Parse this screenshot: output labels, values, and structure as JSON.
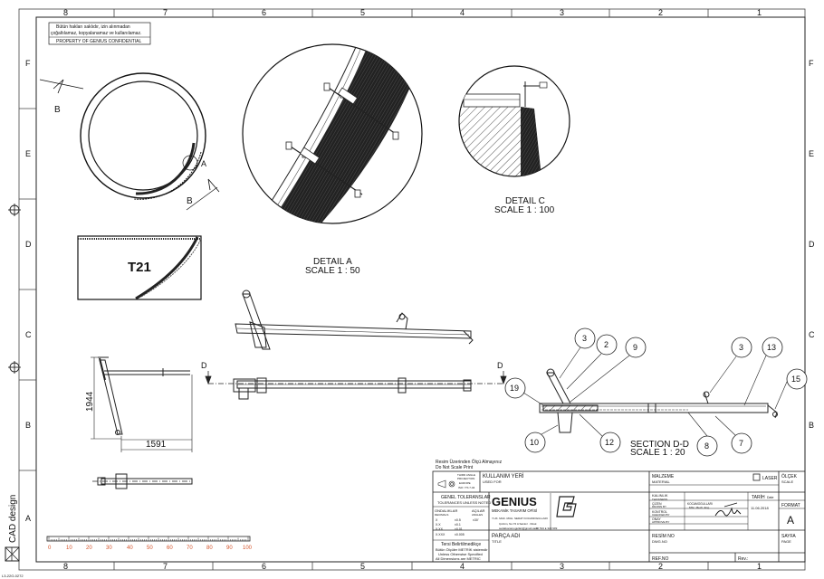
{
  "border": {
    "columns_top": [
      "8",
      "7",
      "6",
      "5",
      "4",
      "3",
      "2",
      "1"
    ],
    "columns_bottom": [
      "8",
      "7",
      "6",
      "5",
      "4",
      "3",
      "2",
      "1"
    ],
    "rows_left": [
      "F",
      "E",
      "D",
      "C",
      "B",
      "A"
    ],
    "rows_right": [
      "F",
      "E",
      "D",
      "C",
      "B",
      "A"
    ]
  },
  "confidential": {
    "line1": "Bütün hakları saklıdır, izin alınmadan",
    "line2": "çoğaltılamaz, kopyalanamaz ve kullanılamaz.",
    "line3": "PROPERTY OF GENIUS CONFIDENTIAL"
  },
  "views": {
    "ring_label_b_top": "B",
    "ring_label_b_bottom": "B",
    "ring_label_a": "A",
    "section_panel_label": "T21",
    "detail_a_title": "DETAIL A",
    "detail_a_scale": "SCALE 1 : 50",
    "detail_c_title": "DETAIL C",
    "detail_c_scale": "SCALE 1 : 100",
    "dim_height": "1944",
    "dim_width": "1591",
    "section_d_left": "D",
    "section_d_right": "D",
    "section_dd_title": "SECTION D-D",
    "section_dd_scale": "SCALE 1 : 20",
    "balloons": [
      "3",
      "2",
      "9",
      "3",
      "13",
      "15",
      "19",
      "10",
      "12",
      "8",
      "7"
    ]
  },
  "scale_bar": {
    "ticks": [
      "0",
      "10",
      "20",
      "30",
      "40",
      "50",
      "60",
      "70",
      "80",
      "90",
      "100"
    ]
  },
  "side": {
    "brand": "CAD design",
    "code": "L3-22G-0272"
  },
  "title_block": {
    "note_line1": "Resim Üzerinden Ölçü Almayınız",
    "note_line2": "Do Not Scale Print",
    "projection_line1": "THIRD ANGLE",
    "projection_line2": "PROJECTION",
    "projection_line3": "EUROPE",
    "projection_line4": "ISO / TS 7-04",
    "used_for_tr": "KULLANIM YERİ",
    "used_for_en": "USED FOR",
    "tol_title_tr": "GENEL TOLERANSLAR",
    "tol_title_en": "TOLERANCES UNLESS NOTED",
    "decimals_tr": "ONDALIKLAR",
    "decimals_en": "DECIMALS",
    "angles_tr": "AÇILAR",
    "angles_en": "ANGLES",
    "tol_row1_a": "X",
    "tol_row1_b": "±0.5",
    "tol_row1_c": "±30'",
    "tol_row2_a": "X.X",
    "tol_row2_b": "±0.1",
    "tol_row3_a": "X.XX",
    "tol_row3_b": "±0.01",
    "tol_row4_a": "X.XXX",
    "tol_row4_b": "±0.005",
    "unit_line1": "Tersi Belirtilmedikçe",
    "unit_line2": "Bütün Ölçüler METRİK sistemdir",
    "unit_line3": "Unless Otherwise Specified",
    "unit_line4": "All Dimensions are METRIC",
    "company": "GENIUS",
    "company_sub": "MEKANİK TASARIM OFİSİ",
    "company_person": "Y.UK. MAK. MUH. SEDAT KOCAMOGULLARI",
    "company_addr": "Çözüm, No:72 A Sarıkız · Direk",
    "company_mail": "sedatkocamogullari@gmail.com",
    "company_phone": "+90 534 ● 323 999",
    "part_name_tr": "PARÇA ADI",
    "part_name_en": "TITLE",
    "material_tr": "MALZEME",
    "material_en": "MATERIAL",
    "laser": "LASER",
    "scale_tr": "ÖLÇEK",
    "scale_en": "SCALE",
    "thickness_tr": "KALINLIK",
    "thickness_en": "THICKNESS",
    "date_tr": "TARİH",
    "date_en": "Date",
    "format_tr": "FORMAT",
    "format_value": "A",
    "drawn_label": "ÇİZEN",
    "drawn_sub": "DRAWN BY",
    "drawn_name": "KOCAMOGULLARI",
    "drawn_title": "MSc. Mech. Eng.",
    "drawn_date": "11.06.2018",
    "control_label": "KONTROL",
    "control_sub": "CHECKED BY",
    "approve_label": "ONAY",
    "approve_sub": "APPROVE BY",
    "drawing_no_tr": "RESİM NO",
    "drawing_no_en": "DWG.NO",
    "page_tr": "SAYFA",
    "page_en": "PAGE",
    "ref_no": "REF.NO",
    "rev": "Rev.:"
  }
}
